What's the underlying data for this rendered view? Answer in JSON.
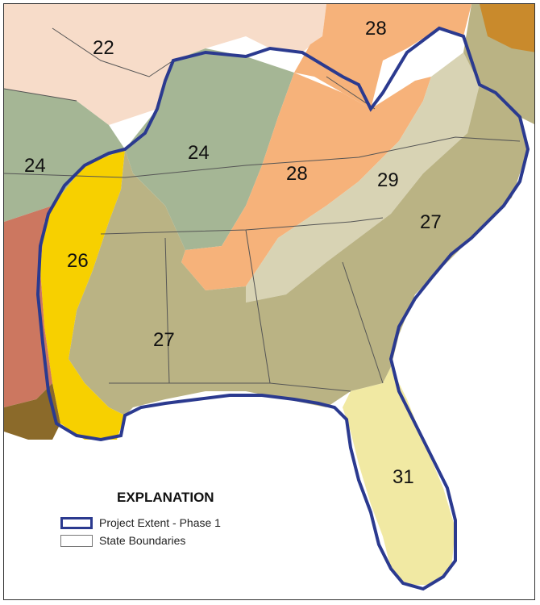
{
  "legend": {
    "title": "EXPLANATION",
    "items": [
      {
        "label": "Project Extent - Phase 1"
      },
      {
        "label": "State Boundaries"
      }
    ]
  },
  "regions": [
    {
      "id": "22",
      "label": "22",
      "color": "#f7dcc9"
    },
    {
      "id": "24w",
      "label": "24",
      "color": "#a5b695"
    },
    {
      "id": "24c",
      "label": "24",
      "color": "#a5b695"
    },
    {
      "id": "26",
      "label": "26",
      "color": "#f7d000"
    },
    {
      "id": "27",
      "label": "27",
      "color": "#bab384"
    },
    {
      "id": "27e",
      "label": "27",
      "color": "#bab384"
    },
    {
      "id": "28n",
      "label": "28",
      "color": "#f6b27a"
    },
    {
      "id": "28c",
      "label": "28",
      "color": "#f6b27a"
    },
    {
      "id": "29",
      "label": "29",
      "color": "#d8d3b4"
    },
    {
      "id": "31",
      "label": "31",
      "color": "#f1e9a3"
    }
  ],
  "colors": {
    "extent_outline": "#2b3a8f",
    "state_lines": "#555555",
    "west_region": "#cc7760",
    "coastal_brown": "#8b6a2a"
  }
}
